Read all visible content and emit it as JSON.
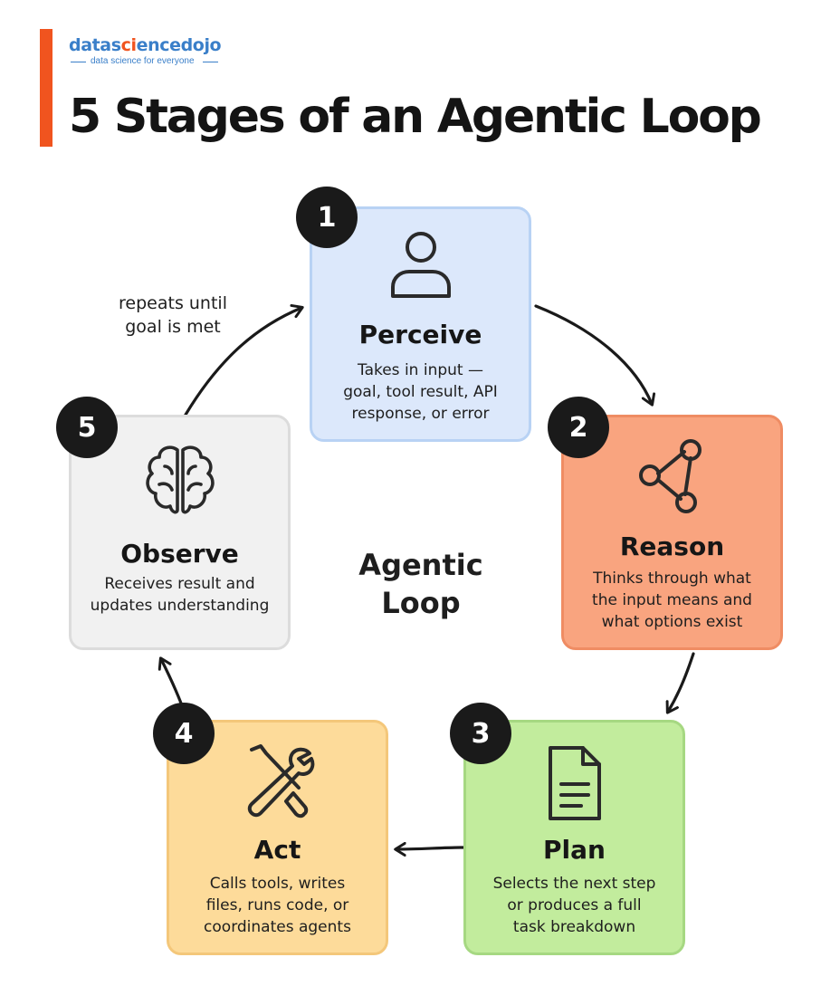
{
  "header": {
    "logo": {
      "prefix": "datas",
      "middle": "ci",
      "suffix": "encedojo",
      "tagline": "data science for everyone"
    },
    "title": "5 Stages of an Agentic Loop"
  },
  "center_label": {
    "line1": "Agentic",
    "line2": "Loop"
  },
  "repeat_note": {
    "line1": "repeats until",
    "line2": "goal is met"
  },
  "stages": [
    {
      "number": "1",
      "name": "Perceive",
      "icon": "user-icon",
      "desc": [
        "Takes in input —",
        "goal, tool result, API",
        "response, or error"
      ]
    },
    {
      "number": "2",
      "name": "Reason",
      "icon": "network-nodes-icon",
      "desc": [
        "Thinks through what",
        "the input means and",
        "what options exist"
      ]
    },
    {
      "number": "3",
      "name": "Plan",
      "icon": "document-icon",
      "desc": [
        "Selects the next step",
        "or produces a full",
        "task breakdown"
      ]
    },
    {
      "number": "4",
      "name": "Act",
      "icon": "tools-icon",
      "desc": [
        "Calls tools, writes",
        "files, runs code, or",
        "coordinates agents"
      ]
    },
    {
      "number": "5",
      "name": "Observe",
      "icon": "brain-icon",
      "desc": [
        "Receives result and",
        "updates understanding"
      ]
    }
  ],
  "colors": {
    "accent": "#f0541f",
    "brand_blue": "#3a7fc9",
    "perceive_fill": "#dce8fb",
    "reason_fill": "#f9a47f",
    "plan_fill": "#c2ec9d",
    "act_fill": "#fddb9a",
    "observe_fill": "#f1f1f1",
    "badge": "#1a1a1a"
  }
}
